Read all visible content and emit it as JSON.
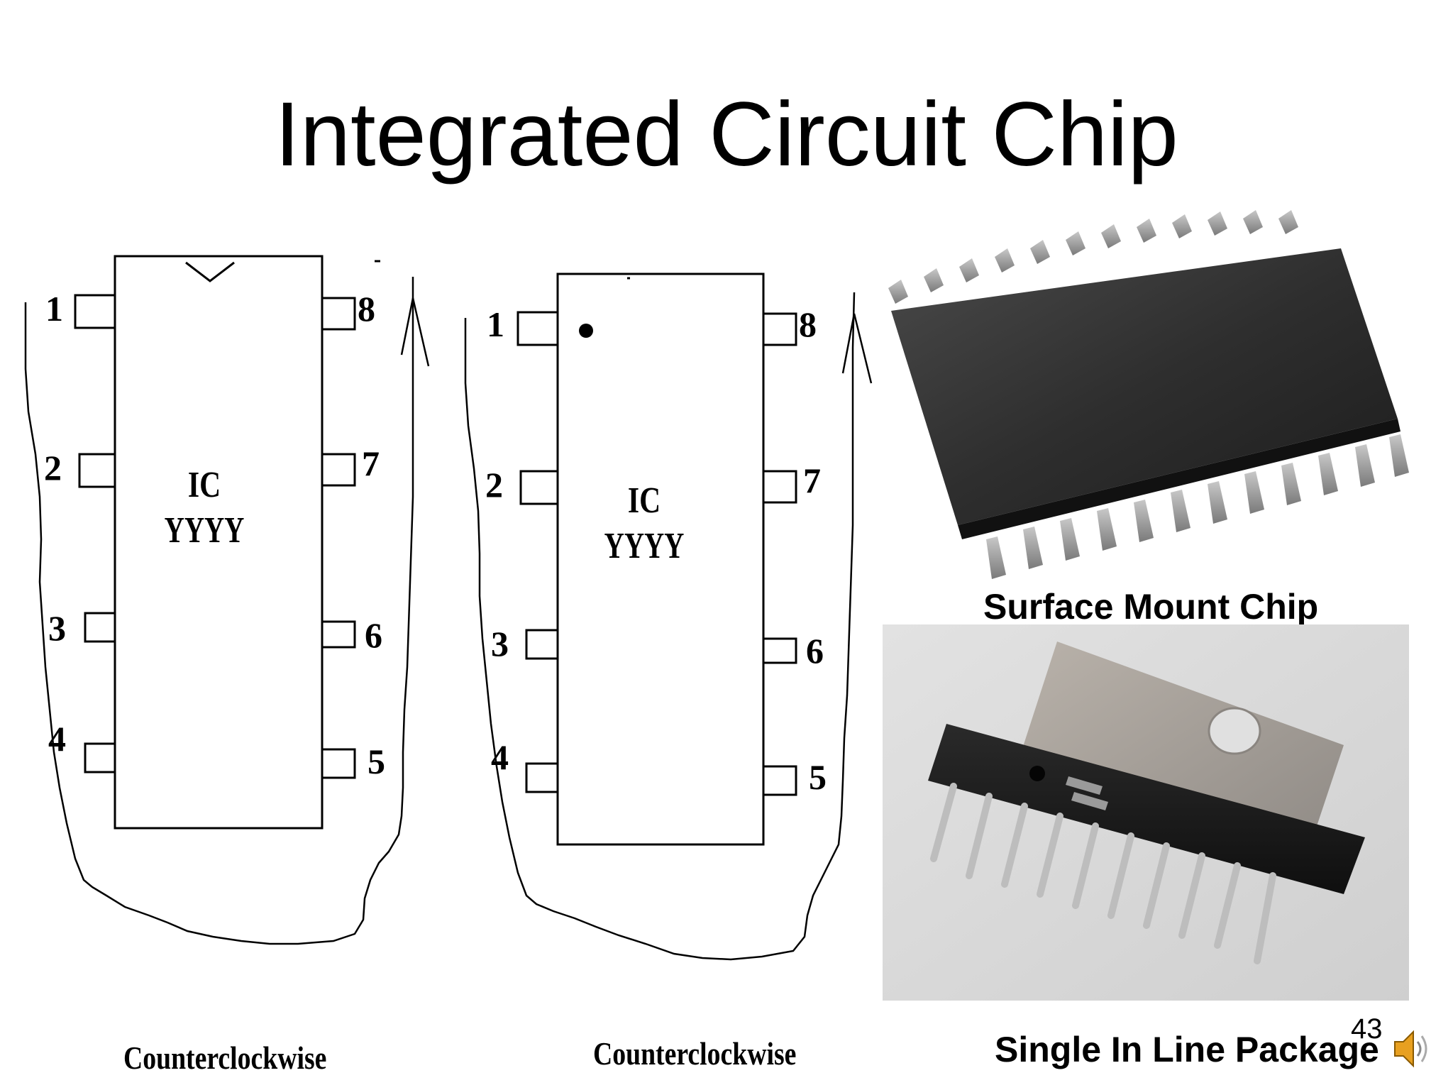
{
  "slide": {
    "title": "Integrated Circuit Chip",
    "page_number": "43"
  },
  "diagrams": [
    {
      "chip_label_line1": "IC",
      "chip_label_line2": "YYYY",
      "pins_left": [
        "1",
        "2",
        "3",
        "4"
      ],
      "pins_right": [
        "8",
        "7",
        "6",
        "5"
      ],
      "orientation_marker": "notch",
      "caption": "Counterclockwise"
    },
    {
      "chip_label_line1": "IC",
      "chip_label_line2": "YYYY",
      "pins_left": [
        "1",
        "2",
        "3",
        "4"
      ],
      "pins_right": [
        "8",
        "7",
        "6",
        "5"
      ],
      "orientation_marker": "dot",
      "caption": "Counterclockwise"
    }
  ],
  "photos": {
    "surface_mount": {
      "caption": "Surface Mount Chip",
      "color": "#2b2b2b"
    },
    "sip": {
      "caption": "Single In Line Package",
      "background": "#d8d8d8"
    }
  },
  "icons": {
    "audio": "speaker-icon"
  }
}
